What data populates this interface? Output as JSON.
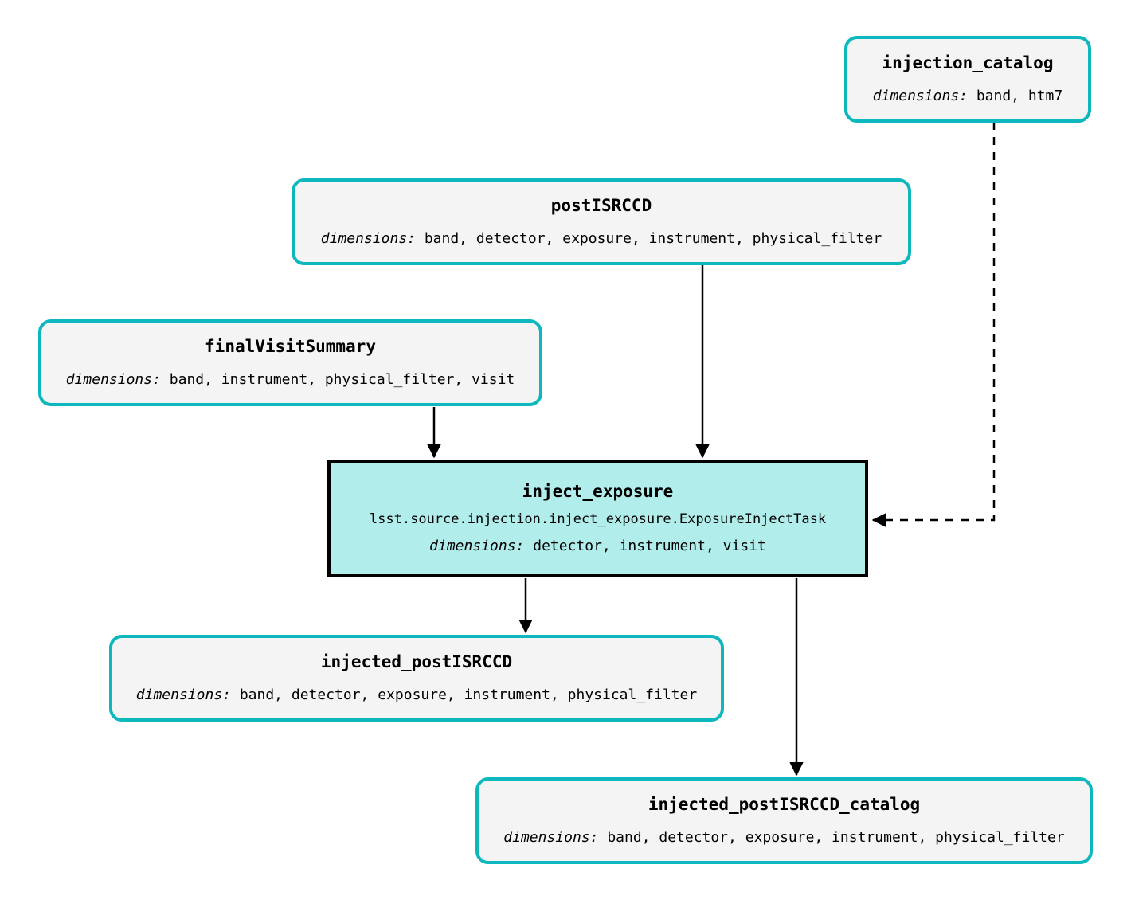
{
  "diagram": {
    "type": "pipeline-dag",
    "dim_label": "dimensions:",
    "accent_color": "#0cb8bd",
    "task_fill": "#b1edea",
    "dataset_fill": "#f4f4f4",
    "background": "#ffffff"
  },
  "nodes": {
    "injection_catalog": {
      "title": "injection_catalog",
      "dims": " band, htm7",
      "kind": "dataset"
    },
    "postISRCCD": {
      "title": "postISRCCD",
      "dims": " band, detector, exposure, instrument, physical_filter",
      "kind": "dataset"
    },
    "finalVisitSummary": {
      "title": "finalVisitSummary",
      "dims": " band, instrument, physical_filter, visit",
      "kind": "dataset"
    },
    "inject_exposure": {
      "title": "inject_exposure",
      "classname": "lsst.source.injection.inject_exposure.ExposureInjectTask",
      "dims": " detector, instrument, visit",
      "kind": "task"
    },
    "injected_postISRCCD": {
      "title": "injected_postISRCCD",
      "dims": " band, detector, exposure, instrument, physical_filter",
      "kind": "dataset"
    },
    "injected_postISRCCD_catalog": {
      "title": "injected_postISRCCD_catalog",
      "dims": " band, detector, exposure, instrument, physical_filter",
      "kind": "dataset"
    }
  },
  "edges": [
    {
      "from": "postISRCCD",
      "to": "inject_exposure",
      "style": "solid"
    },
    {
      "from": "finalVisitSummary",
      "to": "inject_exposure",
      "style": "solid"
    },
    {
      "from": "injection_catalog",
      "to": "inject_exposure",
      "style": "dashed"
    },
    {
      "from": "inject_exposure",
      "to": "injected_postISRCCD",
      "style": "solid"
    },
    {
      "from": "inject_exposure",
      "to": "injected_postISRCCD_catalog",
      "style": "solid"
    }
  ]
}
